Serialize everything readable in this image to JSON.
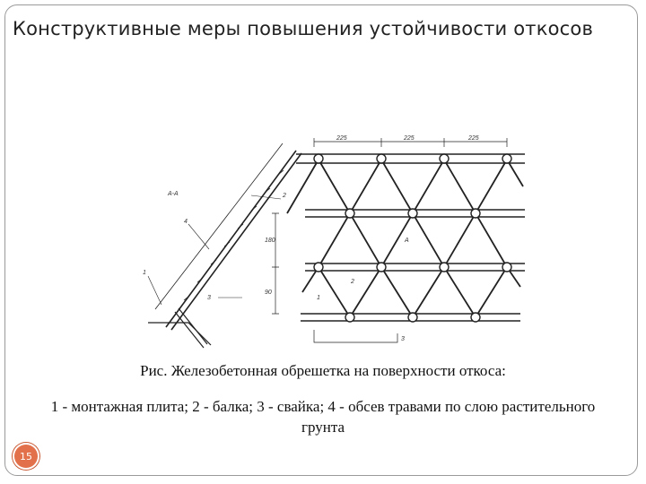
{
  "slide": {
    "title": "Конструктивные меры повышения устойчивости  откосов",
    "caption_line1": "Рис. Железобетонная обрешетка на поверхности откоса:",
    "caption_line2": "1 - монтажная плита; 2 - балка; 3 - свайка; 4 - обсев травами по слою растительного грунта",
    "page_number": "15",
    "accent_color": "#e2704a"
  },
  "figure": {
    "left_labels": {
      "section": "А-А",
      "n1": "1",
      "n2": "2",
      "n3": "3",
      "n4": "4"
    },
    "top_dims": [
      "225",
      "225",
      "225"
    ],
    "side_dims": [
      "180",
      "90"
    ],
    "plan_labels": {
      "n1": "1",
      "n2": "2",
      "n3": "3",
      "section_a": "А"
    }
  }
}
